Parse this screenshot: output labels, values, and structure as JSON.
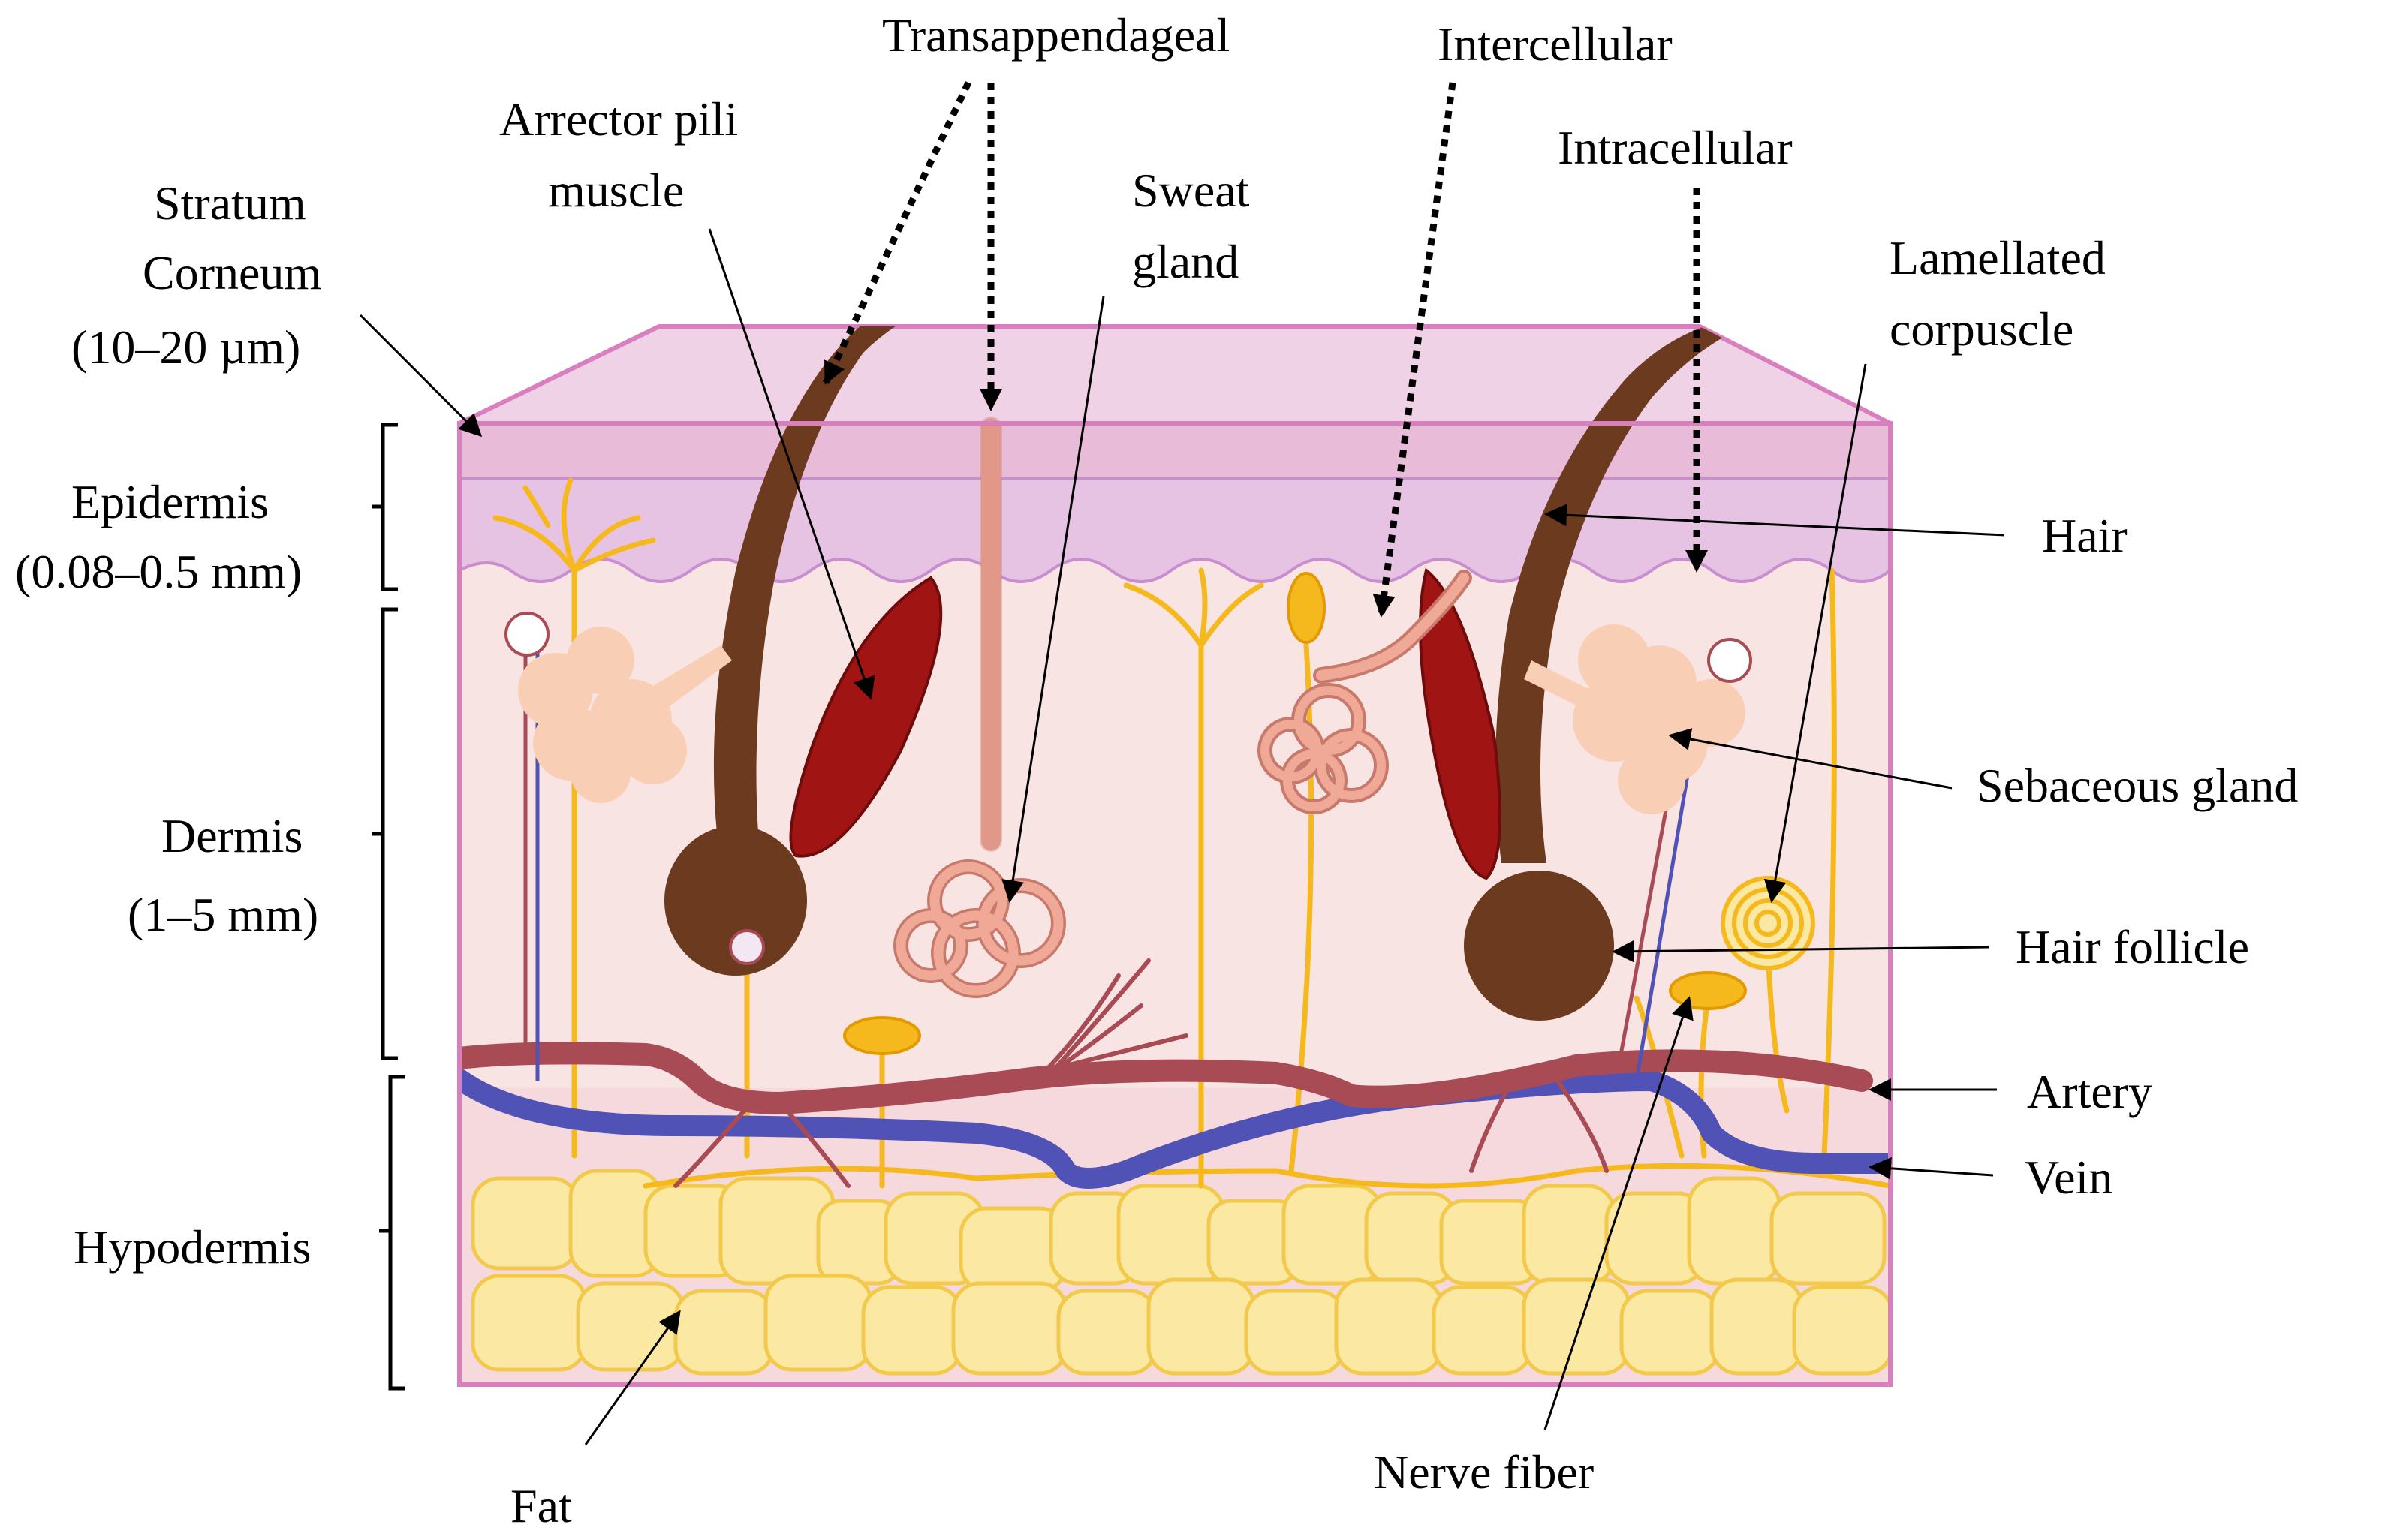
{
  "labels": {
    "transappendageal": "Transappendageal",
    "intercellular": "Intercellular",
    "intracellular": "Intracellular",
    "arrector_1": "Arrector pili",
    "arrector_2": "muscle",
    "sweat_1": "Sweat",
    "sweat_2": "gland",
    "stratum_1": "Stratum",
    "stratum_2": "Corneum",
    "stratum_3": "(10–20 µm)",
    "lamellated_1": "Lamellated",
    "lamellated_2": "corpuscle",
    "epidermis_1": "Epidermis",
    "epidermis_2": "(0.08–0.5 mm)",
    "hair": "Hair",
    "dermis_1": "Dermis",
    "dermis_2": "(1–5 mm)",
    "sebaceous": "Sebaceous gland",
    "hair_follicle": "Hair follicle",
    "artery": "Artery",
    "vein": "Vein",
    "hypodermis": "Hypodermis",
    "fat": "Fat",
    "nerve_fiber": "Nerve fiber"
  },
  "colors": {
    "stratum_corneum": "#e8bcd8",
    "epidermis": "#e7c3e3",
    "dermis": "#f9e4e4",
    "hypodermis": "#f6d9dc",
    "outline": "#d97fbf",
    "hair": "#6b3a1f",
    "muscle": "#a11414",
    "artery": "#a84b55",
    "vein": "#5152b5",
    "nerve": "#f5b91e",
    "fat": "#fbe8a2",
    "sweat_gland": "#f0a897",
    "sebaceous": "#f8cfb4"
  }
}
